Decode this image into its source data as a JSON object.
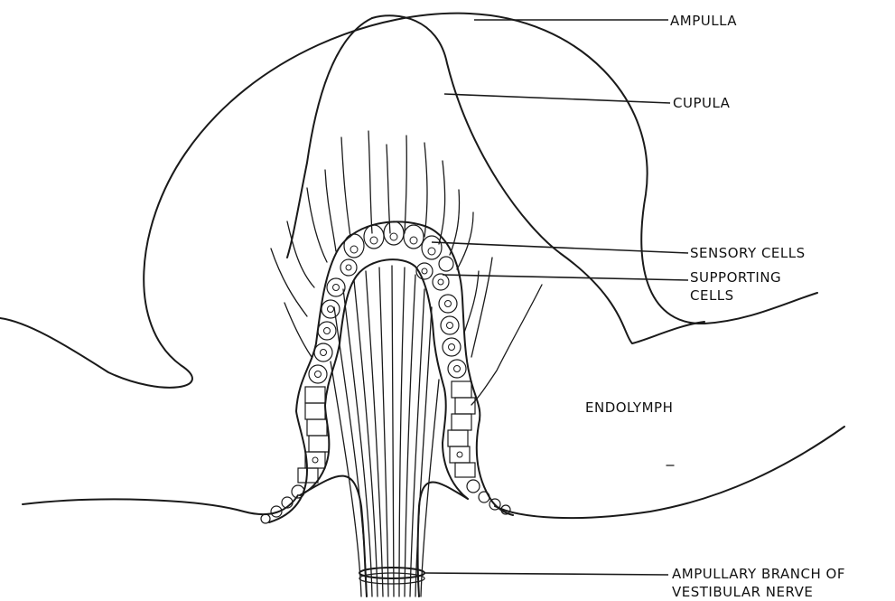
{
  "labels": {
    "ampulla": "AMPULLA",
    "cupula": "CUPULA",
    "sensory_cells": "SENSORY CELLS",
    "supporting_cells_line1": "SUPPORTING",
    "supporting_cells_line2": "CELLS",
    "endolymph": "ENDOLYMPH",
    "nerve_line1": "AMPULLARY BRANCH OF",
    "nerve_line2": "VESTIBULAR NERVE"
  },
  "colors": {
    "ink": "#1a1a1a",
    "background": "#ffffff"
  }
}
